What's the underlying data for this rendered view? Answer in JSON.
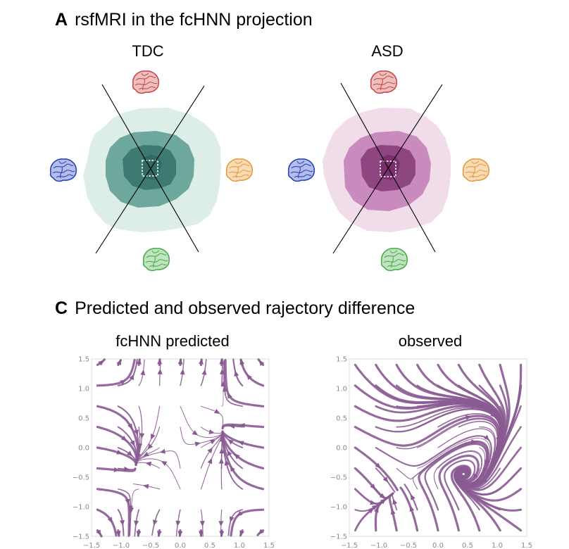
{
  "section_a": {
    "letter": "A",
    "title": "rsfMRI in the fcHNN projection"
  },
  "section_c": {
    "letter": "C",
    "title": "Predicted and observed rajectory difference"
  },
  "colors": {
    "tdc_dark": "#2f6b63",
    "tdc_mid": "#6ea89c",
    "tdc_light": "#ddeee8",
    "asd_dark": "#7a2f6c",
    "asd_mid": "#c98bbd",
    "asd_light": "#f1dcea",
    "brain_top": "#cc4a4a",
    "brain_left": "#2a45c0",
    "brain_right": "#e89a3a",
    "brain_bottom": "#4cae4c",
    "stream": "#8a5a92"
  },
  "icons": {
    "brain": "brain-icon"
  },
  "chart_data": [
    {
      "type": "heatmap",
      "title": "TDC",
      "description_levels": [
        "outer",
        "middle",
        "inner",
        "core"
      ]
    },
    {
      "type": "heatmap",
      "title": "ASD",
      "description_levels": [
        "outer",
        "middle",
        "inner",
        "core"
      ]
    },
    {
      "type": "streamplot",
      "title": "fcHNN predicted",
      "xlim": [
        -1.5,
        1.5
      ],
      "ylim": [
        -1.5,
        1.5
      ],
      "x_ticks": [
        "−1.5",
        "−1.0",
        "−0.5",
        "0.0",
        "0.5",
        "1.0",
        "1.5"
      ],
      "y_ticks": [
        "1.5",
        "1.0",
        "0.5",
        "0.0",
        "−0.5",
        "−1.0",
        "−1.5"
      ]
    },
    {
      "type": "streamplot",
      "title": "observed",
      "xlim": [
        -1.5,
        1.5
      ],
      "ylim": [
        -1.5,
        1.5
      ],
      "x_ticks": [
        "−1.5",
        "−1.0",
        "−0.5",
        "0.0",
        "0.5",
        "1.0",
        "1.5"
      ],
      "y_ticks": [
        "1.5",
        "1.0",
        "0.5",
        "0.0",
        "−0.5",
        "−1.0",
        "−1.5"
      ]
    }
  ]
}
